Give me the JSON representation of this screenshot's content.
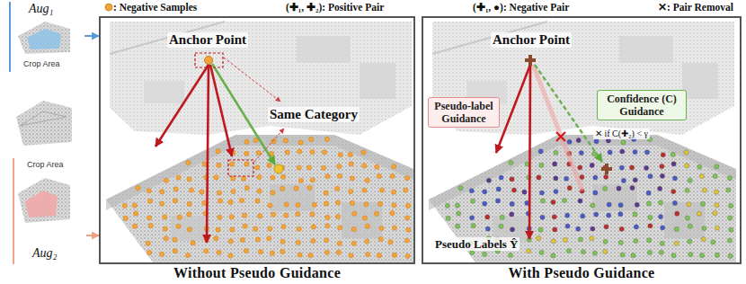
{
  "diagram": {
    "nodes": [
      {
        "text": [
          "Aug₁",
          "Crop Area"
        ]
      },
      {
        "text": [
          "Crop Area",
          "Aug₂"
        ]
      },
      {
        "text": [
          "Without Pseudo Guidance"
        ]
      },
      {
        "text": [
          "With Pseudo Guidance"
        ]
      },
      {
        "text": [
          "Pseudo-label Guidance"
        ],
        "in": 3
      },
      {
        "text": [
          "Confidence (C) Guidance"
        ],
        "in": 3
      }
    ],
    "edges": [
      {
        "from": 0,
        "to": 2,
        "arrow": "to"
      },
      {
        "from": 1,
        "to": 2,
        "arrow": "to"
      }
    ],
    "labels": [
      "Anchor Point",
      "Same Category",
      "Anchor Point",
      "✕ if C(✚₂) < γ",
      "Pseudo Labels Ŷ"
    ],
    "legend": [
      {
        "text": ": Negative Samples",
        "color": "#f4a43a"
      },
      {
        "text": "(✚₁, ✚₂): Positive Pair"
      },
      {
        "text": "(✚₁, ●): Negative Pair"
      },
      {
        "text": "✕: Pair Removal"
      }
    ]
  }
}
